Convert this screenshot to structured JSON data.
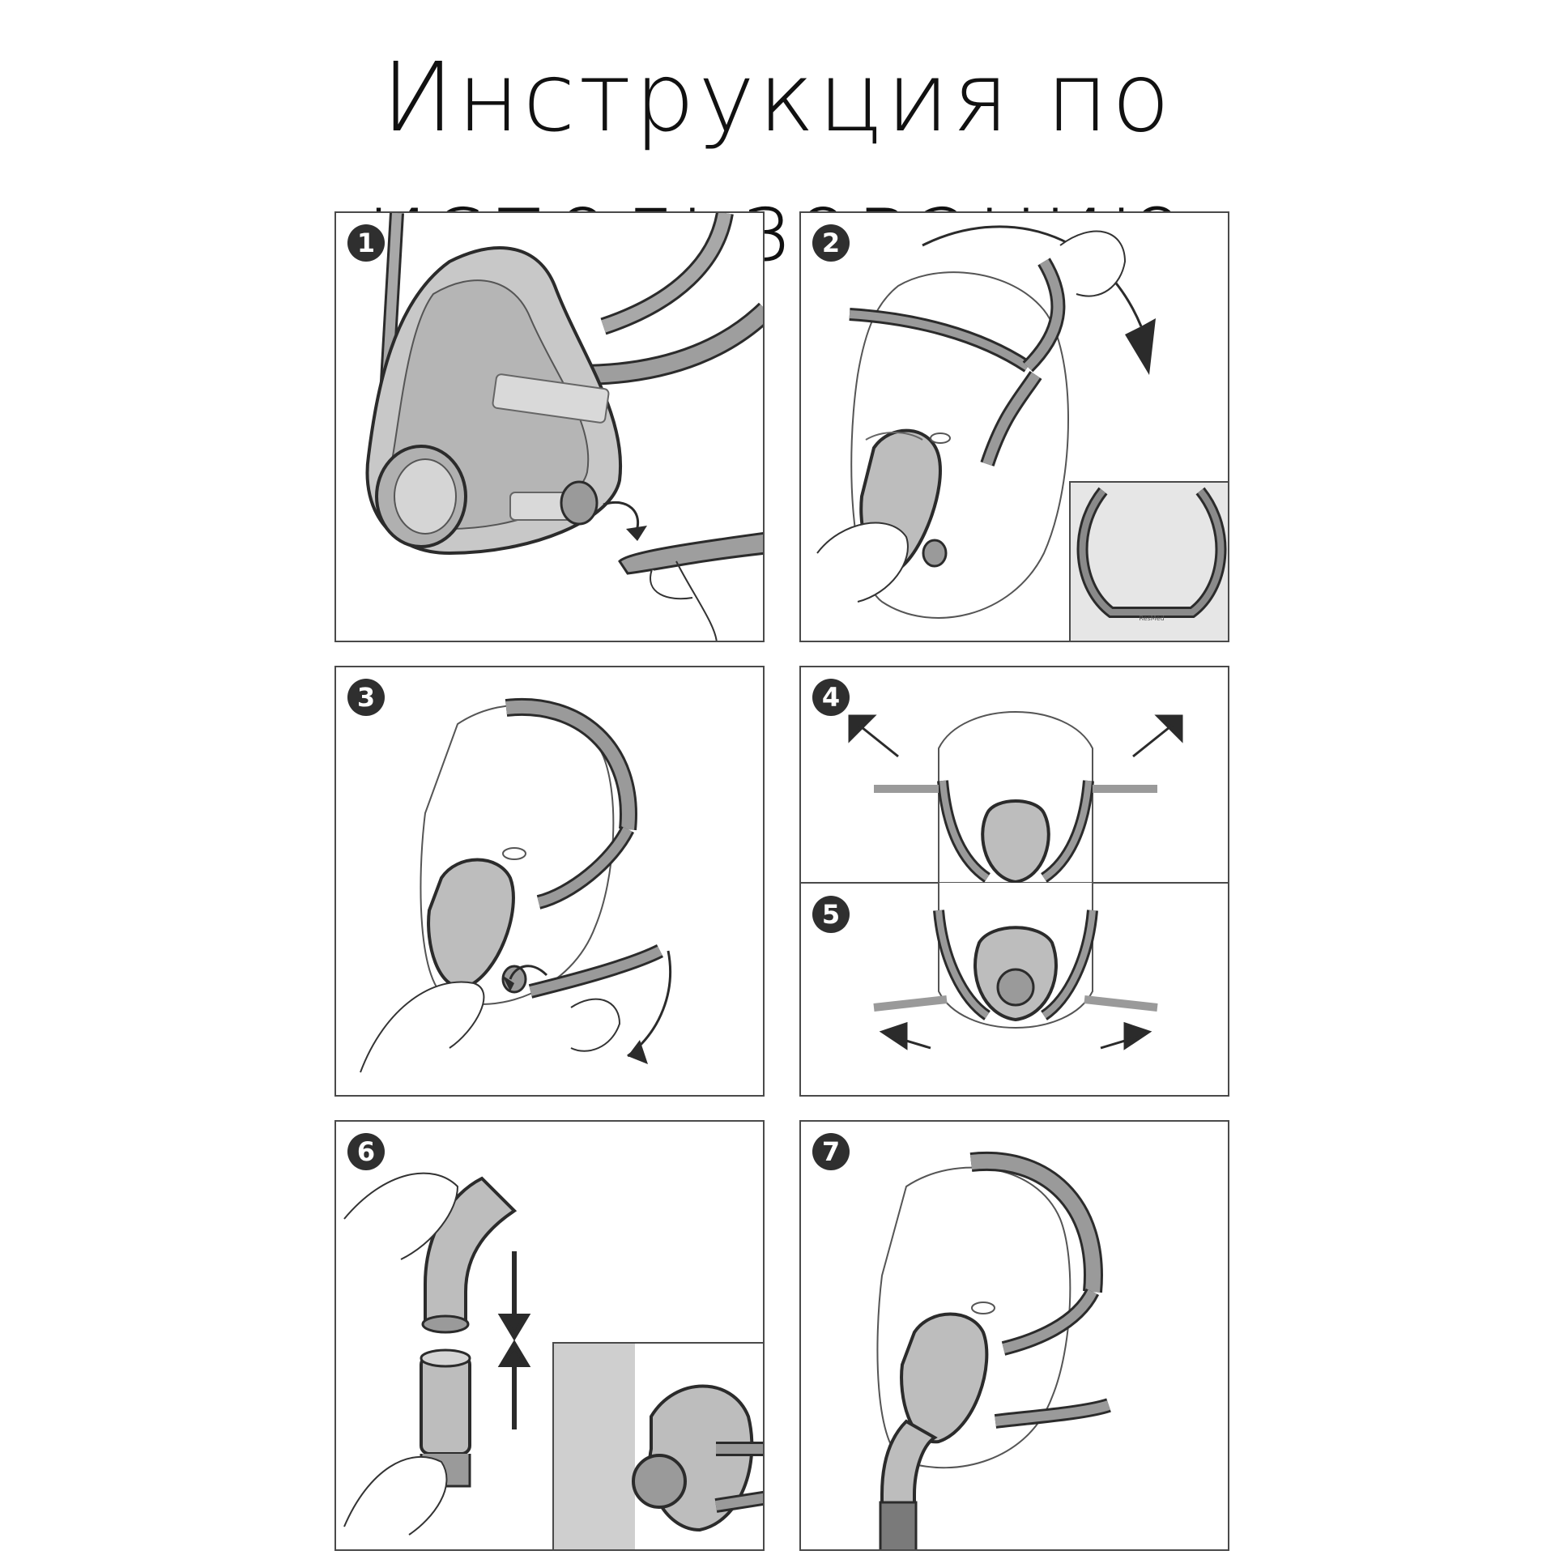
{
  "document": {
    "title": "Инструкция по использованию"
  },
  "steps": [
    {
      "number": "1"
    },
    {
      "number": "2"
    },
    {
      "number": "3"
    },
    {
      "number": "4"
    },
    {
      "number": "5"
    },
    {
      "number": "6"
    },
    {
      "number": "7"
    }
  ],
  "inset_logo": "ResMed",
  "colors": {
    "frame": "#4a4a4a",
    "mask_fill": "#bdbdbd",
    "strap": "#8a8a8a",
    "outline": "#2b2b2b",
    "badge": "#2f2f2f"
  }
}
